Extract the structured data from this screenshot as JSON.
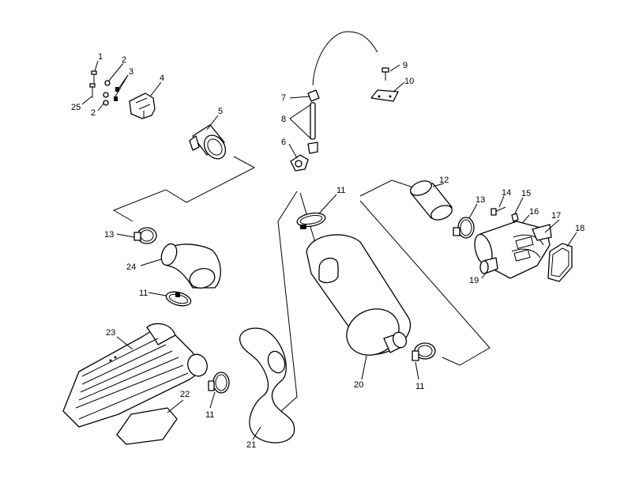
{
  "labels": [
    {
      "id": "l1",
      "text": "1"
    },
    {
      "id": "l2a",
      "text": "2"
    },
    {
      "id": "l3",
      "text": "3"
    },
    {
      "id": "l4",
      "text": "4"
    },
    {
      "id": "l25",
      "text": "25"
    },
    {
      "id": "l2b",
      "text": "2"
    },
    {
      "id": "l5",
      "text": "5"
    },
    {
      "id": "l7",
      "text": "7"
    },
    {
      "id": "l8",
      "text": "8"
    },
    {
      "id": "l6",
      "text": "6"
    },
    {
      "id": "l9",
      "text": "9"
    },
    {
      "id": "l10",
      "text": "10"
    },
    {
      "id": "l11a",
      "text": "11"
    },
    {
      "id": "l12",
      "text": "12"
    },
    {
      "id": "l13a",
      "text": "13"
    },
    {
      "id": "l14",
      "text": "14"
    },
    {
      "id": "l15",
      "text": "15"
    },
    {
      "id": "l16",
      "text": "16"
    },
    {
      "id": "l17",
      "text": "17"
    },
    {
      "id": "l18",
      "text": "18"
    },
    {
      "id": "l19",
      "text": "19"
    },
    {
      "id": "l13b",
      "text": "13"
    },
    {
      "id": "l24",
      "text": "24"
    },
    {
      "id": "l11b",
      "text": "11"
    },
    {
      "id": "l23",
      "text": "23"
    },
    {
      "id": "l22",
      "text": "22"
    },
    {
      "id": "l11c",
      "text": "11"
    },
    {
      "id": "l21",
      "text": "21"
    },
    {
      "id": "l20",
      "text": "20"
    },
    {
      "id": "l11d",
      "text": "11"
    }
  ]
}
